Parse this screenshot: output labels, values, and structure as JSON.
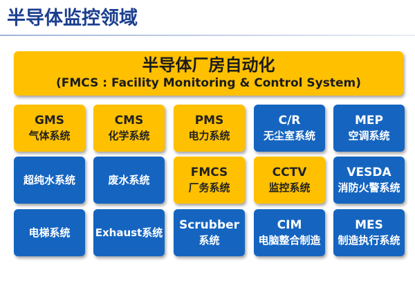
{
  "page_title": "半导体监控领域",
  "banner": {
    "title": "半导体厂房自动化",
    "subtitle": "(FMCS : Facility Monitoring & Control System)"
  },
  "colors": {
    "title": "#1b3f8f",
    "yellow": "#ffc000",
    "blue": "#1565c0"
  },
  "rows": [
    [
      {
        "l1": "GMS",
        "l2": "气体系统",
        "color": "yellow"
      },
      {
        "l1": "CMS",
        "l2": "化学系统",
        "color": "yellow"
      },
      {
        "l1": "PMS",
        "l2": "电力系统",
        "color": "yellow"
      },
      {
        "l1": "C/R",
        "l2": "无尘室系统",
        "color": "blue"
      },
      {
        "l1": "MEP",
        "l2": "空调系统",
        "color": "blue"
      }
    ],
    [
      {
        "l1": "",
        "l2": "超纯水系统",
        "color": "blue"
      },
      {
        "l1": "",
        "l2": "废水系统",
        "color": "blue"
      },
      {
        "l1": "FMCS",
        "l2": "厂务系统",
        "color": "yellow"
      },
      {
        "l1": "CCTV",
        "l2": "监控系统",
        "color": "yellow"
      },
      {
        "l1": "VESDA",
        "l2": "消防火警系统",
        "color": "blue"
      }
    ],
    [
      {
        "l1": "",
        "l2": "电梯系统",
        "color": "blue"
      },
      {
        "l1": "",
        "l2": "Exhaust系统",
        "color": "blue"
      },
      {
        "l1": "Scrubber",
        "l2": "系统",
        "color": "blue"
      },
      {
        "l1": "CIM",
        "l2": "电脑整合制造",
        "color": "blue"
      },
      {
        "l1": "MES",
        "l2": "制造执行系统",
        "color": "blue"
      }
    ]
  ]
}
